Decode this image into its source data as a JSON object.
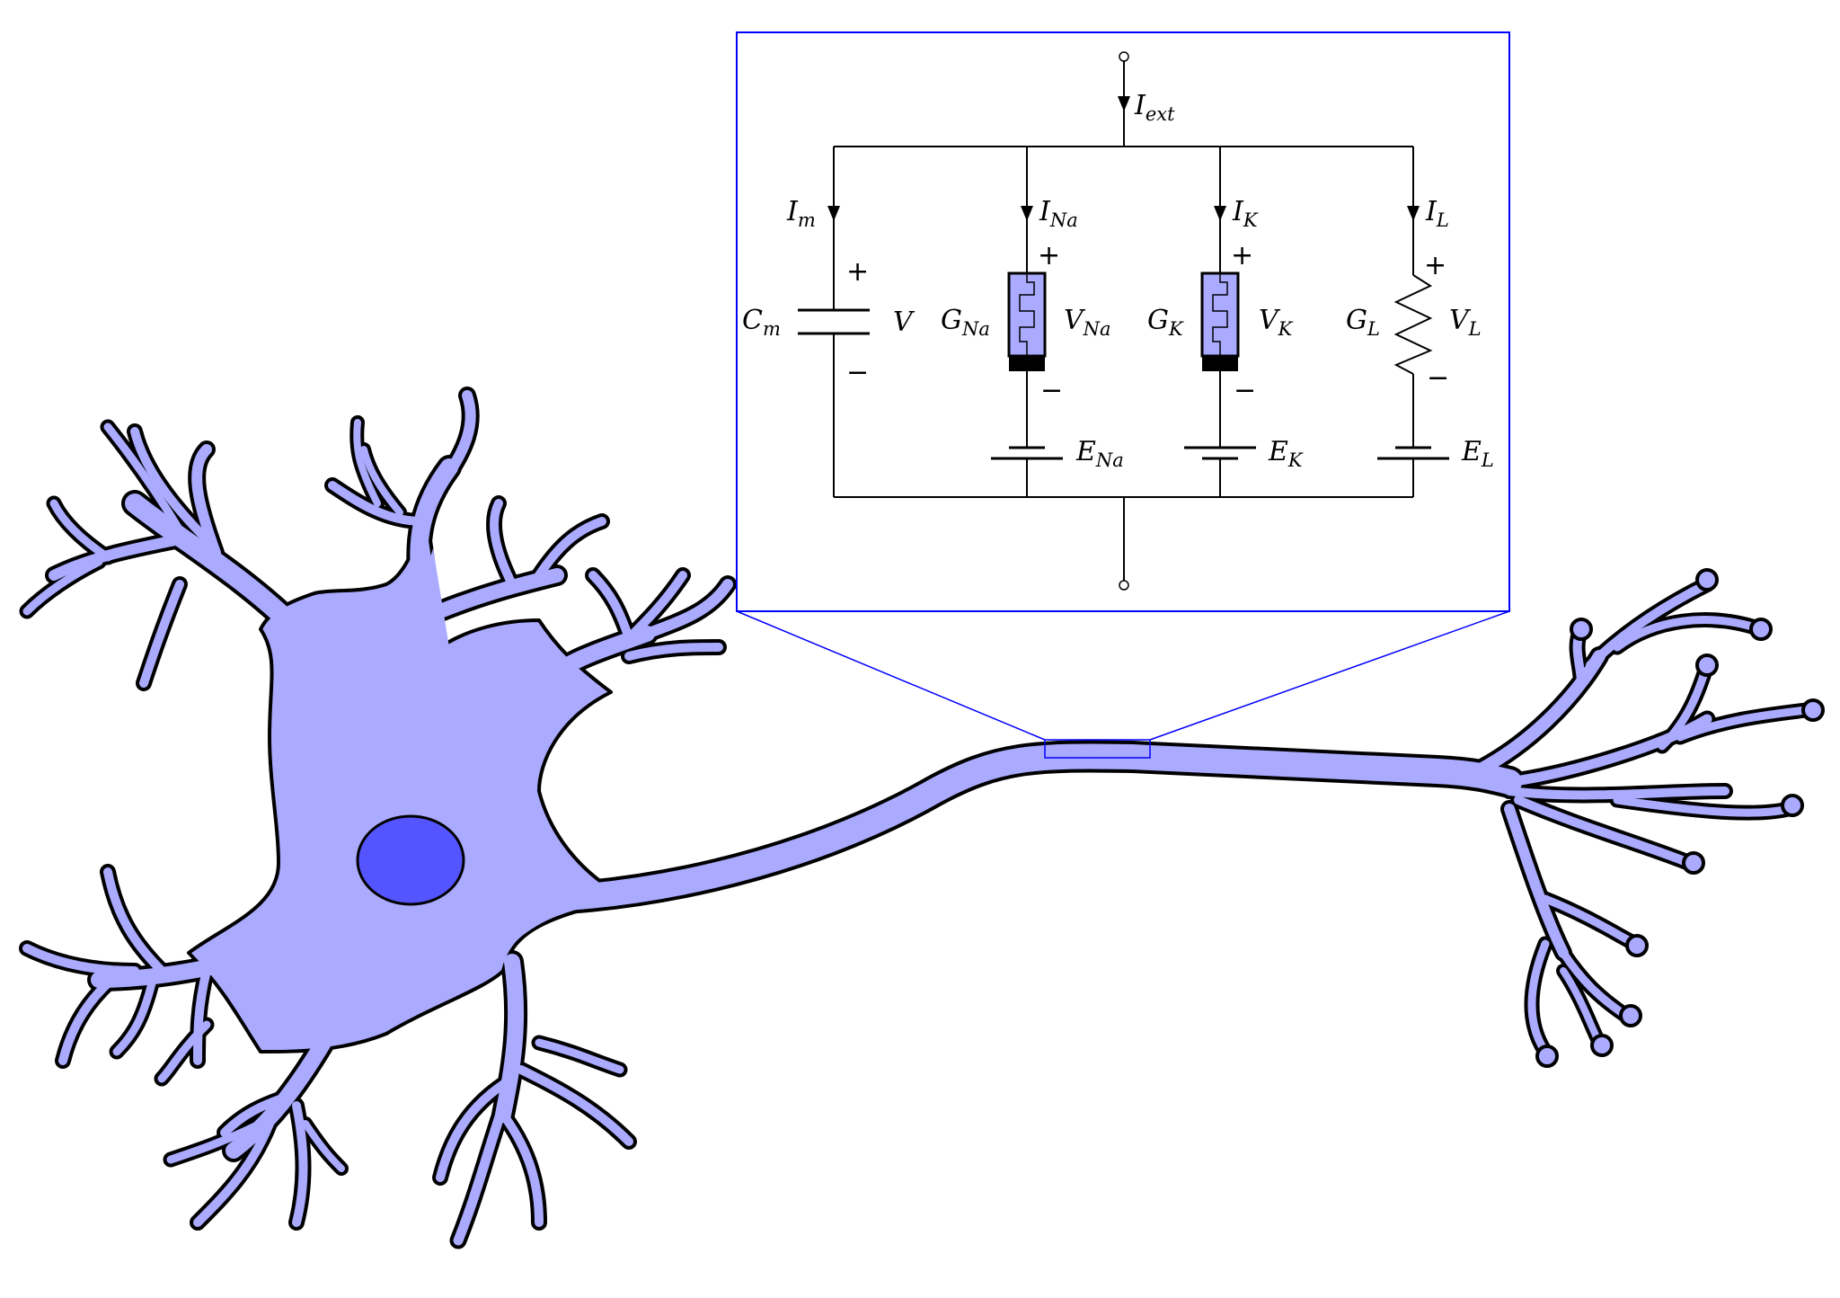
{
  "colors": {
    "neuron_fill": "#aaaaff",
    "nucleus_fill": "#5555ff",
    "channel_fill": "#aaaaff",
    "inset_border": "#0000ff",
    "outline": "#000000"
  },
  "circuit": {
    "external_current": {
      "main": "I",
      "sub": "ext"
    },
    "branches": [
      {
        "id": "membrane",
        "component": "capacitor",
        "current": {
          "main": "I",
          "sub": "m"
        },
        "element_label": {
          "main": "C",
          "sub": "m"
        },
        "voltage": {
          "main": "V",
          "sub": ""
        },
        "plus": "+",
        "minus": "−",
        "battery": null
      },
      {
        "id": "sodium",
        "component": "voltage-gated-channel",
        "current": {
          "main": "I",
          "sub": "Na"
        },
        "element_label": {
          "main": "G",
          "sub": "Na"
        },
        "voltage": {
          "main": "V",
          "sub": "Na"
        },
        "plus": "+",
        "minus": "−",
        "battery": {
          "main": "E",
          "sub": "Na"
        }
      },
      {
        "id": "potassium",
        "component": "voltage-gated-channel",
        "current": {
          "main": "I",
          "sub": "K"
        },
        "element_label": {
          "main": "G",
          "sub": "K"
        },
        "voltage": {
          "main": "V",
          "sub": "K"
        },
        "plus": "+",
        "minus": "−",
        "battery": {
          "main": "E",
          "sub": "K"
        }
      },
      {
        "id": "leak",
        "component": "resistor",
        "current": {
          "main": "I",
          "sub": "L"
        },
        "element_label": {
          "main": "G",
          "sub": "L"
        },
        "voltage": {
          "main": "V",
          "sub": "L"
        },
        "plus": "+",
        "minus": "−",
        "battery": {
          "main": "E",
          "sub": "L"
        }
      }
    ]
  }
}
